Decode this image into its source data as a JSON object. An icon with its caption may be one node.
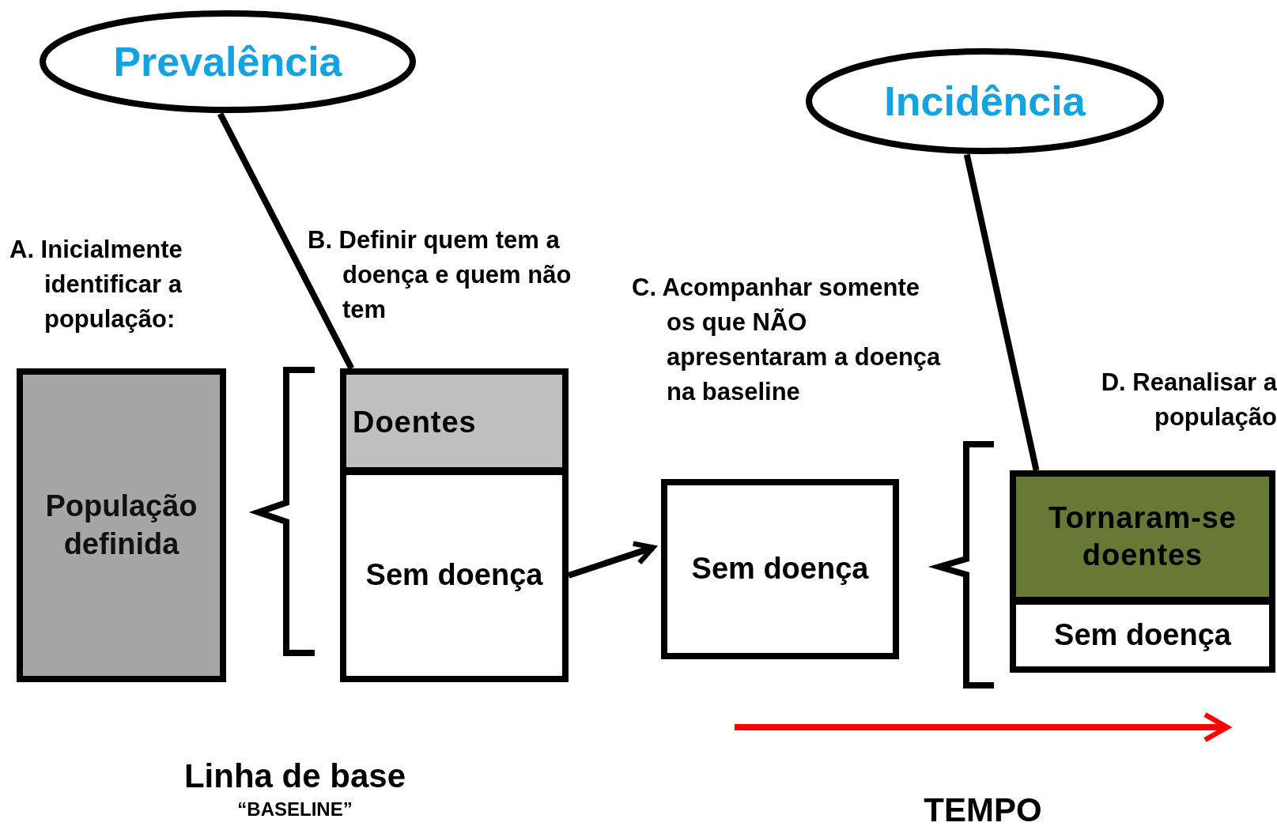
{
  "diagram": {
    "nodes": [
      {
        "text": [
          "Prevalência"
        ]
      },
      {
        "text": [
          "Incidência"
        ]
      },
      {
        "text": [
          "População definida"
        ]
      },
      {
        "text": [
          "Doentes"
        ]
      },
      {
        "text": [
          "Sem doença"
        ]
      },
      {
        "text": [
          "Sem doença"
        ]
      },
      {
        "text": [
          "Tornaram-se doentes"
        ]
      },
      {
        "text": [
          "Sem doença"
        ]
      }
    ],
    "edges": [
      {
        "from": 0,
        "to": 3,
        "arrow": "none"
      },
      {
        "from": 4,
        "to": 5,
        "arrow": "to"
      },
      {
        "from": 1,
        "to": 6,
        "arrow": "none"
      }
    ],
    "labels": [
      "A. Inicialmente identificar a população:",
      "B. Definir quem tem a doença e quem não tem",
      "C. Acompanhar somente os que NÃO apresentaram a doença na baseline",
      "D. Reanalisar a população",
      "Linha de base",
      "“BASELINE”",
      "TEMPO"
    ]
  }
}
